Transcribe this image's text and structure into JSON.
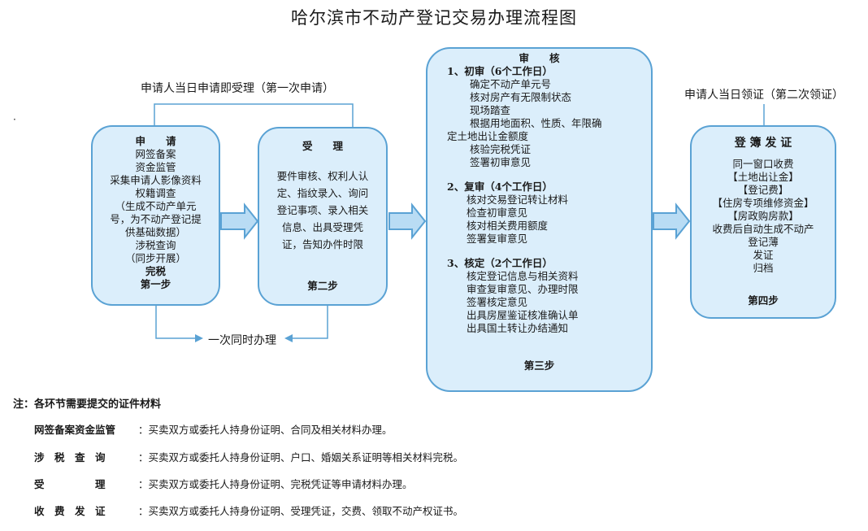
{
  "title": "哈尔滨市不动产登记交易办理流程图",
  "dot": "·",
  "top_note_left": "申请人当日申请即受理（第一次申请）",
  "top_note_right": "申请人当日领证（第二次领证）",
  "bottom_note": "一次同时办理",
  "step1": {
    "heading": "申　　请",
    "lines": [
      "网签备案",
      "资金监管",
      "采集申请人影像资料",
      "权籍调查",
      "（生成不动产单元",
      "号，为不动产登记提",
      "供基础数据）",
      "涉税查询",
      "（同步开展）"
    ],
    "bold_line": "完税",
    "footer": "第一步"
  },
  "step2": {
    "heading": "受　　理",
    "lines": [
      "要件审核、权利人认",
      "定、指纹录入、询问",
      "登记事项、录入相关",
      "信息、出具受理凭",
      "证，告知办件时限"
    ],
    "footer": "第二步"
  },
  "step3": {
    "heading": "审　　核",
    "s1_title": "1、初审（6个工作日）",
    "s1_lines": [
      "确定不动产单元号",
      "核对房产有无限制状态",
      "现场踏查",
      "根据用地面积、性质、年限确"
    ],
    "s1_wrap": "定土地出让金额度",
    "s1_lines2": [
      "核验完税凭证",
      "签署初审意见"
    ],
    "s2_title": "2、复审（4个工作日）",
    "s2_lines": [
      "核对交易登记转让材料",
      "检查初审意见",
      "核对相关费用额度",
      "签署复审意见"
    ],
    "s3_title": "3、核定（2个工作日）",
    "s3_lines": [
      "核定登记信息与相关资料",
      "审查复审意见、办理时限",
      "签署核定意见",
      "出具房屋鉴证核准确认单",
      "出具国土转让办结通知"
    ],
    "footer": "第三步"
  },
  "step4": {
    "heading": "登 簿 发 证",
    "lines": [
      "同一窗口收费",
      "【土地出让金】",
      "【登记费】",
      "【住房专项维修资金】",
      "【房政购房款】",
      "收费后自动生成不动产",
      "登记薄",
      "发证",
      "归档"
    ],
    "footer": "第四步"
  },
  "notes": {
    "heading": "注：各环节需要提交的证件材料",
    "items": [
      {
        "key": "网签备案资金监管",
        "value": "：买卖双方或委托人持身份证明、合同及相关材料办理。"
      },
      {
        "key": "涉　税　查　询",
        "value": "：买卖双方或委托人持身份证明、户口、婚姻关系证明等相关材料完税。"
      },
      {
        "key": "受　　　　　理",
        "value": "：买卖双方或委托人持身份证明、完税凭证等申请材料办理。"
      },
      {
        "key": "收　费　发　证",
        "value": "：买卖双方或委托人持身份证明、受理凭证，交费、领取不动产权证书。"
      }
    ]
  },
  "colors": {
    "box_fill": "#dbeefb",
    "box_border": "#5aa2d4",
    "arrow_fill": "#b9dcf4",
    "line": "#5aa2d4"
  }
}
